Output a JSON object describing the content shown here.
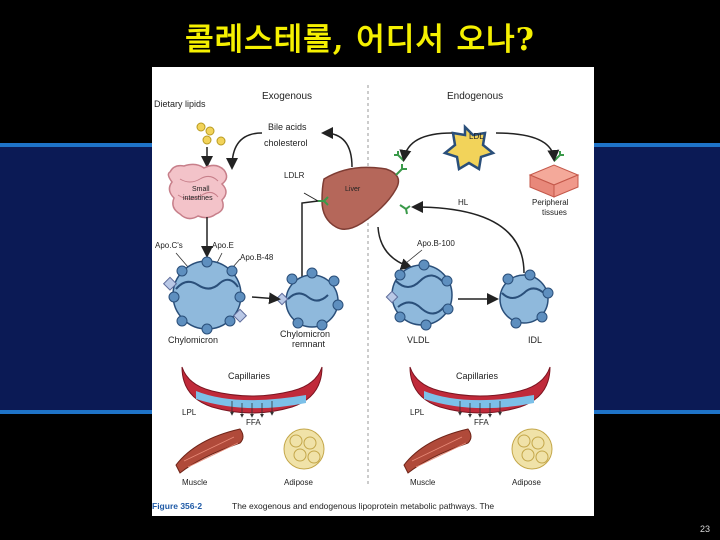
{
  "slide": {
    "title": "콜레스테롤, 어디서 오나?",
    "page_number": "23"
  },
  "figure": {
    "headers": {
      "exogenous": "Exogenous",
      "endogenous": "Endogenous"
    },
    "labels": {
      "dietary_lipids": "Dietary lipids",
      "bile_acids": "Bile acids",
      "cholesterol": "cholesterol",
      "small": "Small",
      "intestines": "intestines",
      "ldlr": "LDLR",
      "liver": "Liver",
      "ldl": "LDL",
      "hl": "HL",
      "peripheral": "Peripheral",
      "tissues": "tissues",
      "apoc": "Apo.C's",
      "apoe": "Apo.E",
      "apob48": "Apo.B-48",
      "apob100": "Apo.B-100",
      "chylomicron": "Chylomicron",
      "chylomicron_remnant_1": "Chylomicron",
      "chylomicron_remnant_2": "remnant",
      "vldl": "VLDL",
      "idl": "IDL",
      "capillaries_left": "Capillaries",
      "capillaries_right": "Capillaries",
      "lpl_left": "LPL",
      "lpl_right": "LPL",
      "ffa_left": "FFA",
      "ffa_right": "FFA",
      "muscle_left": "Muscle",
      "muscle_right": "Muscle",
      "adipose_left": "Adipose",
      "adipose_right": "Adipose"
    },
    "caption": {
      "figure_label": "Figure 356-2",
      "text": "The exogenous and endogenous lipoprotein metabolic pathways. The"
    }
  },
  "colors": {
    "title": "#f5f000",
    "background": "#000000",
    "band": "#0b1a55",
    "band_line": "#1e73c8",
    "particle": "#8fb9dc",
    "liver": "#b5675a",
    "capillary": "#c02a3a",
    "adipose": "#f0e2a8",
    "caption_blue": "#1f5aa6"
  }
}
